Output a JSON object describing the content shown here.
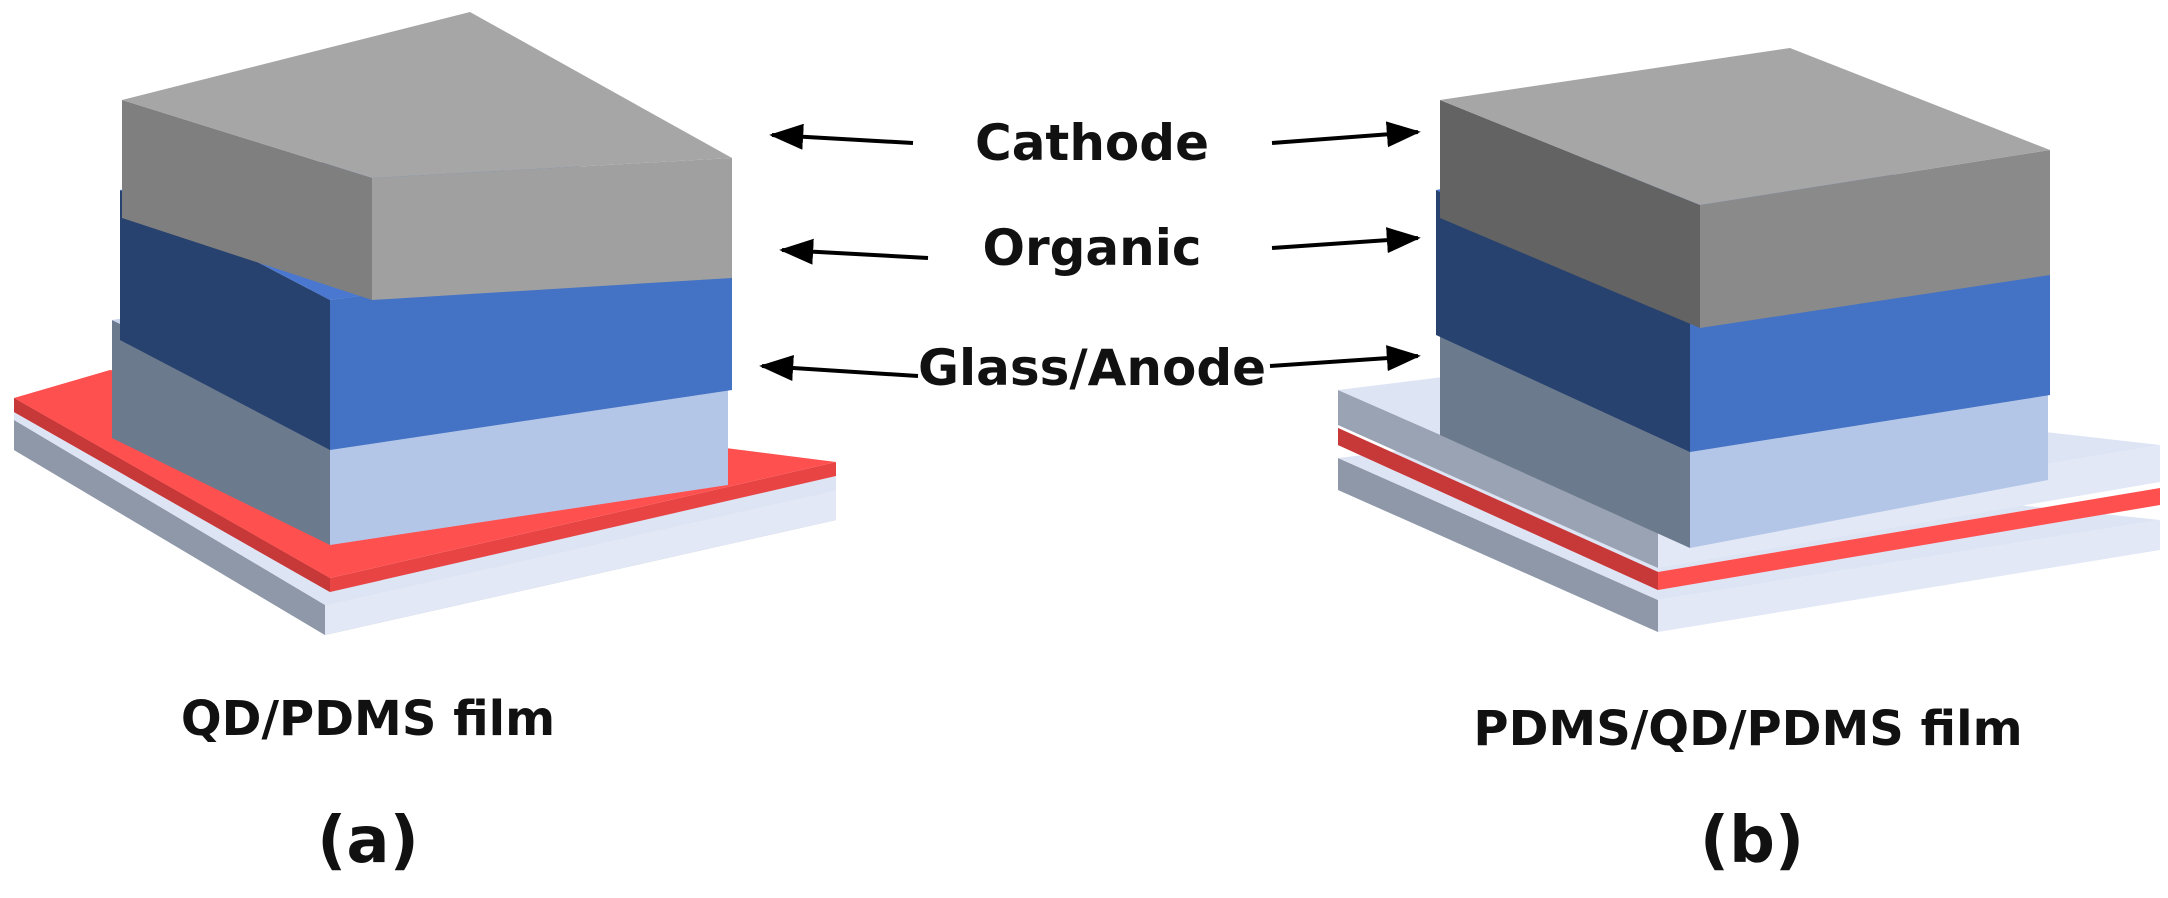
{
  "labels": {
    "cathode": "Cathode",
    "organic": "Organic",
    "glass_anode": "Glass/Anode"
  },
  "panels": [
    {
      "caption": "QD/PDMS film",
      "letter": "(a)"
    },
    {
      "caption": "PDMS/QD/PDMS film",
      "letter": "(b)"
    }
  ],
  "colors": {
    "cathode_top": "#a6a6a6",
    "cathode_left": "#7f7f7f",
    "cathode_right": "#a0a0a0",
    "organic_top": "#4a78d0",
    "organic_left": "#27426f",
    "organic_right": "#4472c4",
    "glass_top": "#c8d4ec",
    "glass_left": "#6c7a8e",
    "glass_right": "#b4c6e7",
    "qd_film": "#ff5050",
    "pdms_film": "#dde4f4",
    "arrow": "#000000"
  }
}
